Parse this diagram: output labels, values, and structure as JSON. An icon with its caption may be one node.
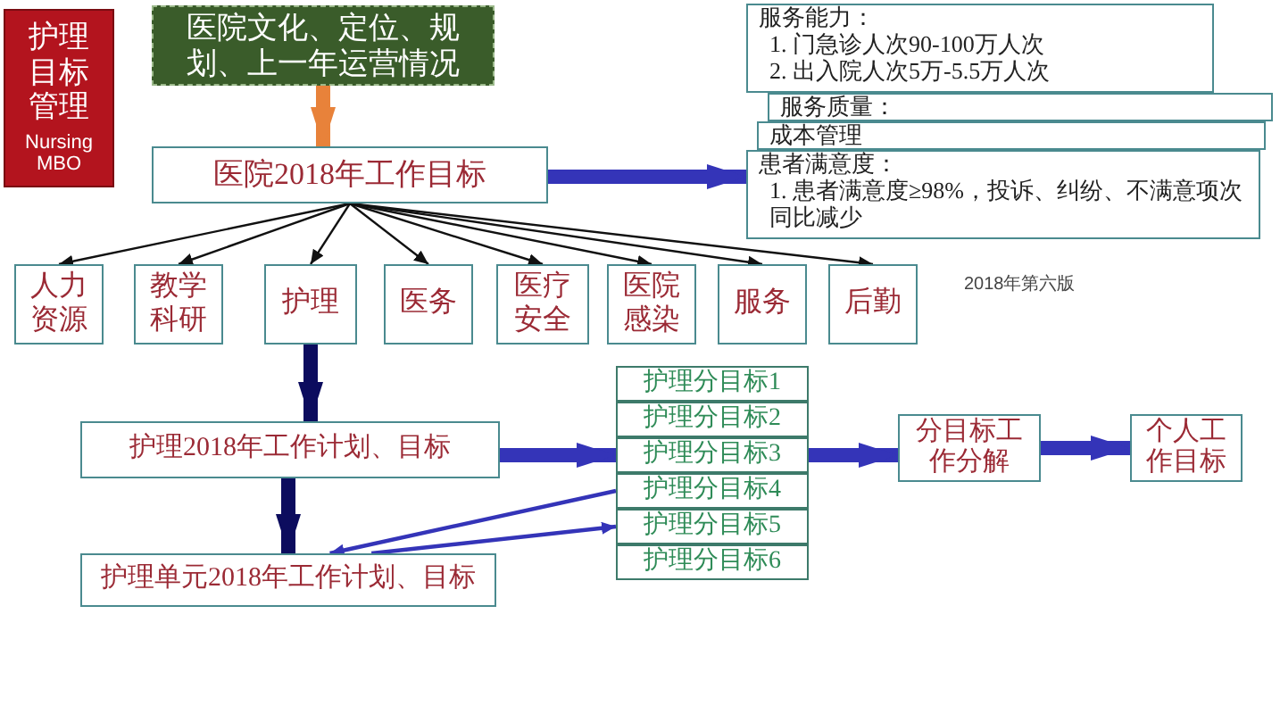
{
  "diagram": {
    "nodes": [
      {
        "text": [
          "护理目标管理",
          "Nursing MBO"
        ]
      },
      {
        "text": [
          "医院文化、定位、规划、上一年运营情况"
        ]
      },
      {
        "text": [
          "医院2018年工作目标"
        ]
      },
      {
        "text": [
          "服务能力：",
          "1. 门急诊人次90-100万人次",
          "2. 出入院人次5万-5.5万人次"
        ]
      },
      {
        "text": [
          "服务质量："
        ]
      },
      {
        "text": [
          "成本管理"
        ]
      },
      {
        "text": [
          "患者满意度：",
          "1. 患者满意度≥98%，投诉、纠纷、不满意项次同比减少"
        ]
      },
      {
        "text": [
          "人力资源"
        ]
      },
      {
        "text": [
          "教学科研"
        ]
      },
      {
        "text": [
          "护理"
        ]
      },
      {
        "text": [
          "医务"
        ]
      },
      {
        "text": [
          "医疗安全"
        ]
      },
      {
        "text": [
          "医院感染"
        ]
      },
      {
        "text": [
          "服务"
        ]
      },
      {
        "text": [
          "后勤"
        ]
      },
      {
        "text": [
          "护理2018年工作计划、目标"
        ]
      },
      {
        "text": [
          "护理分目标1"
        ]
      },
      {
        "text": [
          "护理分目标2"
        ]
      },
      {
        "text": [
          "护理分目标3"
        ]
      },
      {
        "text": [
          "护理分目标4"
        ]
      },
      {
        "text": [
          "护理分目标5"
        ]
      },
      {
        "text": [
          "护理分目标6"
        ]
      },
      {
        "text": [
          "分目标工作分解"
        ]
      },
      {
        "text": [
          "个人工作目标"
        ]
      },
      {
        "text": [
          "护理单元2018年工作计划、目标"
        ]
      }
    ],
    "edges": [
      {
        "from": 1,
        "to": 2,
        "arrow": "to",
        "style": "thick",
        "color": "#e8823a"
      },
      {
        "from": 2,
        "to": 6,
        "arrow": "to",
        "style": "thick",
        "color": "#3434b8"
      },
      {
        "from": 2,
        "to": 7,
        "arrow": "to"
      },
      {
        "from": 2,
        "to": 8,
        "arrow": "to"
      },
      {
        "from": 2,
        "to": 9,
        "arrow": "to"
      },
      {
        "from": 2,
        "to": 10,
        "arrow": "to"
      },
      {
        "from": 2,
        "to": 11,
        "arrow": "to"
      },
      {
        "from": 2,
        "to": 12,
        "arrow": "to"
      },
      {
        "from": 2,
        "to": 13,
        "arrow": "to"
      },
      {
        "from": 2,
        "to": 14,
        "arrow": "to"
      },
      {
        "from": 9,
        "to": 15,
        "arrow": "to",
        "style": "thick",
        "color": "#0c0c5e"
      },
      {
        "from": 15,
        "to": 18,
        "arrow": "to",
        "style": "thick",
        "color": "#3434b8"
      },
      {
        "from": 18,
        "to": 22,
        "arrow": "to",
        "style": "thick",
        "color": "#3434b8"
      },
      {
        "from": 22,
        "to": 23,
        "arrow": "to",
        "style": "thick",
        "color": "#3434b8"
      },
      {
        "from": 15,
        "to": 24,
        "arrow": "to",
        "style": "thick",
        "color": "#0c0c5e"
      },
      {
        "from": 19,
        "to": 24,
        "arrow": "to",
        "color": "#3434b8"
      },
      {
        "from": 24,
        "to": 20,
        "arrow": "to",
        "color": "#3434b8"
      }
    ],
    "labels": [
      "2018年第六版"
    ]
  }
}
